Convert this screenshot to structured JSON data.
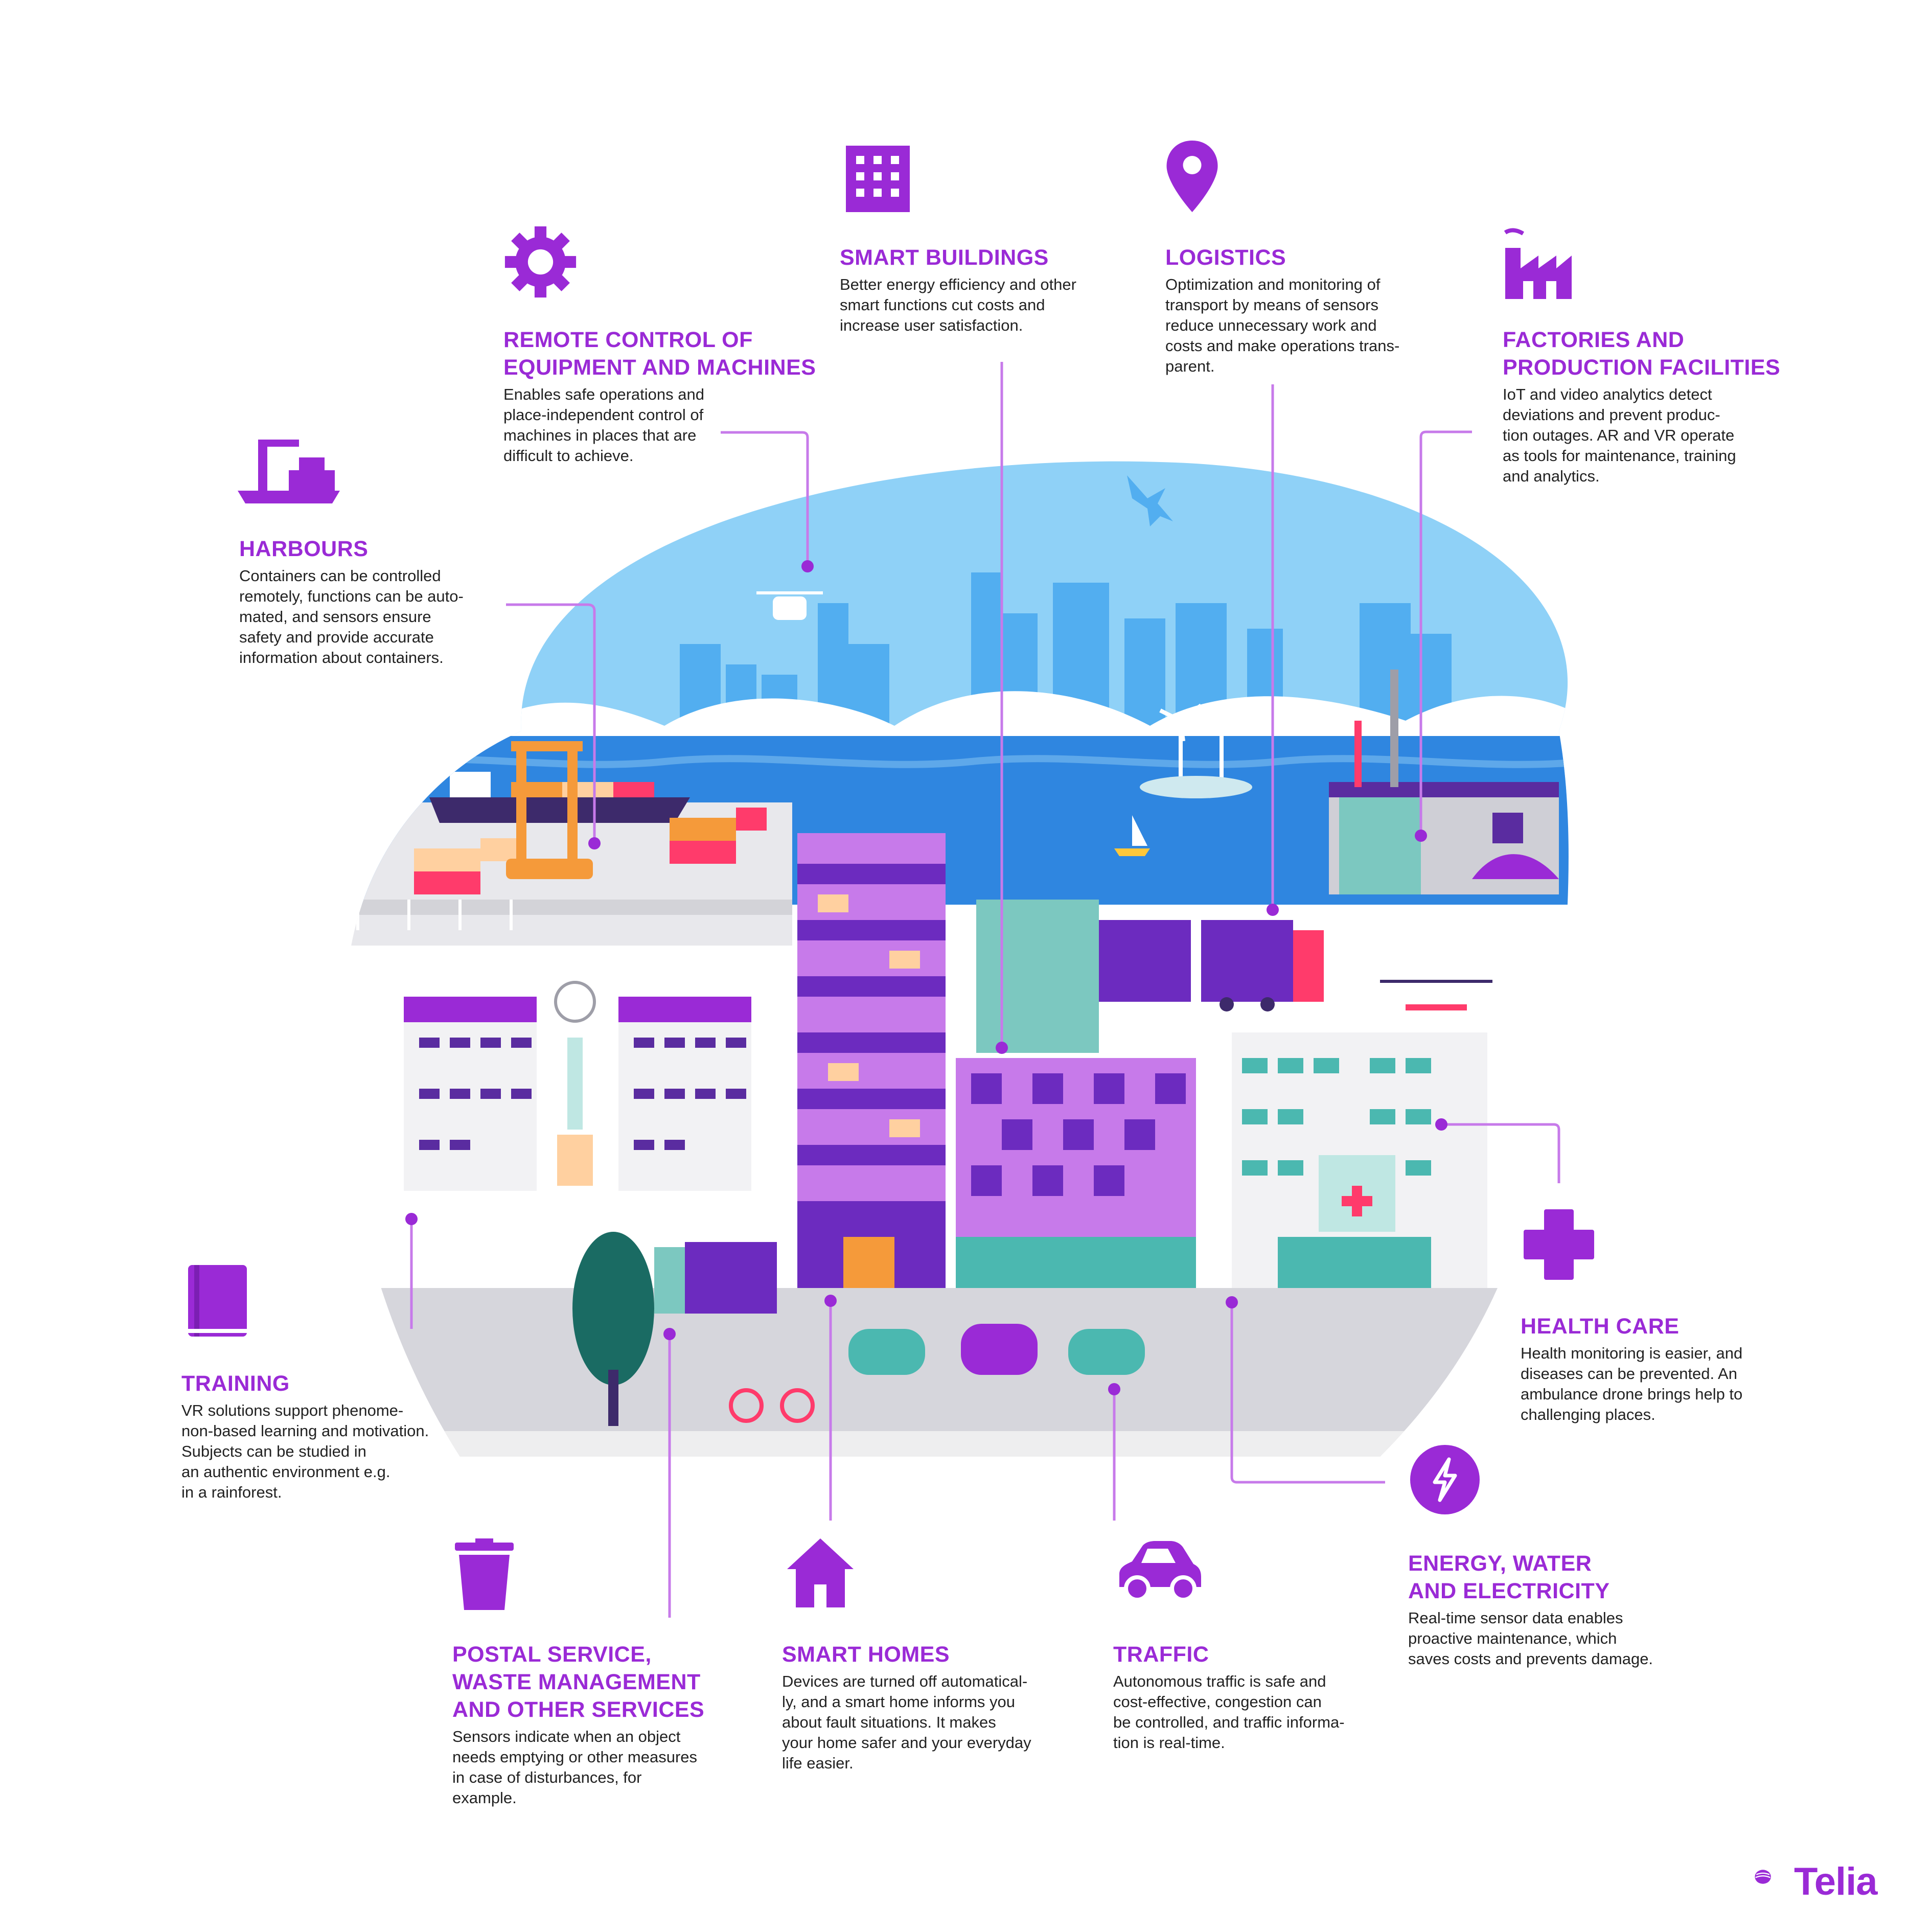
{
  "colors": {
    "accent": "#9a2ad6",
    "sky": "#8fd1f7",
    "sea": "#2f86e0",
    "teal": "#4bb8b0",
    "text": "#222222"
  },
  "sections": {
    "harbours": {
      "icon": "harbour-crane-icon",
      "title": [
        "HARBOURS"
      ],
      "body": [
        "Containers can be controlled",
        "remotely, functions can be auto-",
        "mated, and sensors ensure",
        "safety and provide accurate",
        "information about containers."
      ]
    },
    "remote": {
      "icon": "gear-icon",
      "title": [
        "REMOTE CONTROL OF",
        "EQUIPMENT AND MACHINES"
      ],
      "body": [
        "Enables safe operations and",
        "place-independent control of",
        "machines in places that are",
        "difficult to achieve."
      ]
    },
    "buildings": {
      "icon": "office-building-icon",
      "title": [
        "SMART BUILDINGS"
      ],
      "body": [
        "Better energy efficiency and other",
        "smart functions cut costs and",
        "increase user satisfaction."
      ]
    },
    "logistics": {
      "icon": "location-pin-icon",
      "title": [
        "LOGISTICS"
      ],
      "body": [
        "Optimization and monitoring of",
        "transport by means of sensors",
        "reduce unnecessary work and",
        "costs and make operations trans-",
        "parent."
      ]
    },
    "factories": {
      "icon": "factory-icon",
      "title": [
        "FACTORIES AND",
        "PRODUCTION FACILITIES"
      ],
      "body": [
        "IoT and video analytics detect",
        "deviations and prevent produc-",
        "tion outages. AR and VR operate",
        "as tools for maintenance, training",
        "and analytics."
      ]
    },
    "training": {
      "icon": "book-icon",
      "title": [
        "TRAINING"
      ],
      "body": [
        "VR solutions support phenome-",
        "non-based learning and motivation.",
        "Subjects can be studied in",
        "an authentic environment e.g.",
        "in a rainforest."
      ]
    },
    "health": {
      "icon": "medical-cross-icon",
      "title": [
        "HEALTH CARE"
      ],
      "body": [
        "Health monitoring is easier, and",
        "diseases can be prevented. An",
        "ambulance drone brings help to",
        "challenging places."
      ]
    },
    "postal": {
      "icon": "trash-bin-icon",
      "title": [
        "POSTAL SERVICE,",
        "WASTE MANAGEMENT",
        "AND OTHER SERVICES"
      ],
      "body": [
        "Sensors indicate when an object",
        "needs emptying or other measures",
        "in case of disturbances, for",
        "example."
      ]
    },
    "homes": {
      "icon": "house-icon",
      "title": [
        "SMART HOMES"
      ],
      "body": [
        "Devices are turned off automatical-",
        "ly, and a smart home informs you",
        "about fault situations. It makes",
        "your home safer and your everyday",
        "life easier."
      ]
    },
    "traffic": {
      "icon": "car-icon",
      "title": [
        "TRAFFIC"
      ],
      "body": [
        "Autonomous traffic is safe and",
        "cost-effective, congestion can",
        "be controlled, and traffic informa-",
        "tion is real-time."
      ]
    },
    "energy": {
      "icon": "lightning-bolt-icon",
      "title": [
        "ENERGY, WATER",
        "AND ELECTRICITY"
      ],
      "body": [
        "Real-time sensor data enables",
        "proactive maintenance, which",
        "saves costs and prevents damage."
      ]
    }
  },
  "logo": {
    "text": "Telia",
    "icon": "telia-pebble-logo-icon"
  }
}
